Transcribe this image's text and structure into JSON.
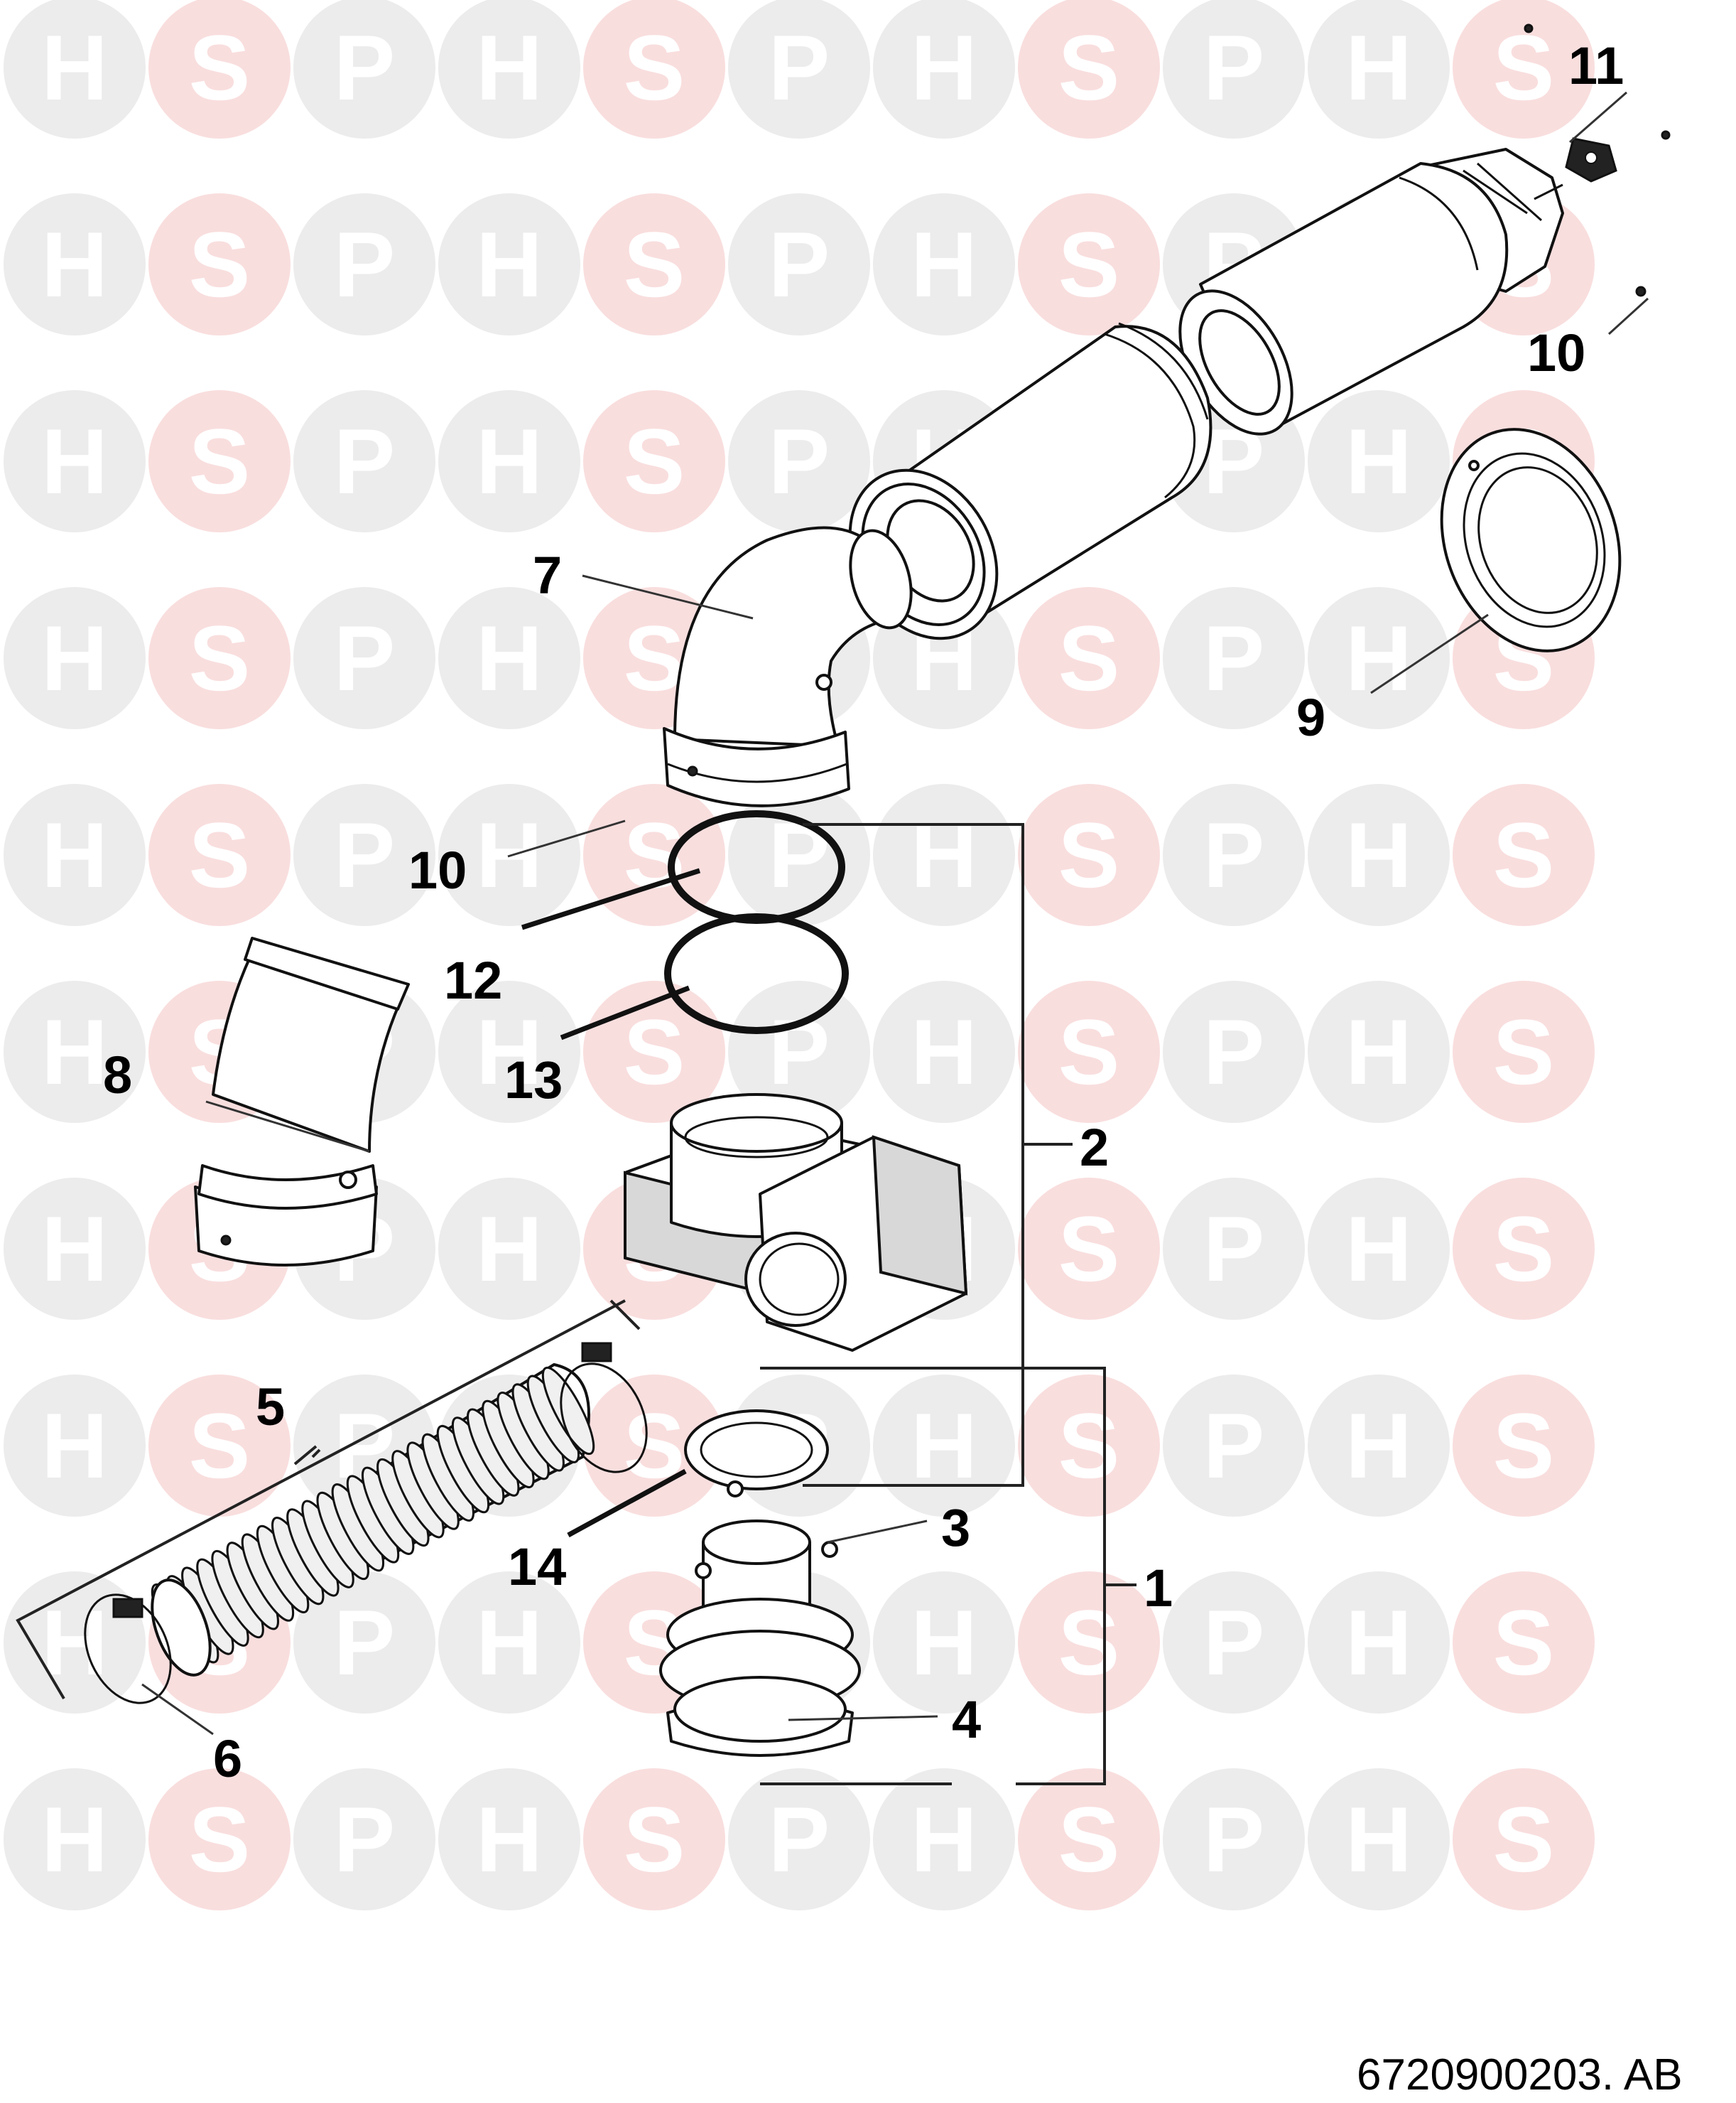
{
  "watermark": {
    "letters": [
      "H",
      "S",
      "P"
    ],
    "colors": {
      "H": "#ececec",
      "S": "#f9dede",
      "P": "#ececec"
    }
  },
  "callouts": {
    "c1": "1",
    "c2": "2",
    "c3": "3",
    "c4": "4",
    "c5": "5",
    "c6": "6",
    "c7": "7",
    "c8": "8",
    "c9": "9",
    "c10a": "10",
    "c10b": "10",
    "c11": "11",
    "c12": "12",
    "c13": "13",
    "c14": "14"
  },
  "document_ref": "6720900203. AB"
}
